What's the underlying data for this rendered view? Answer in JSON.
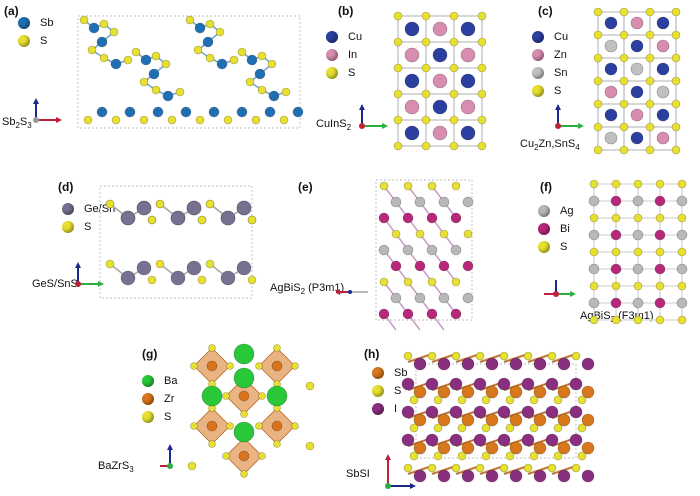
{
  "panels": [
    {
      "label": "(a)",
      "formula": "Sb2S3",
      "elements": [
        {
          "symbol": "Sb",
          "color": "#1f6fb5"
        },
        {
          "symbol": "S",
          "color": "#e8e030"
        }
      ]
    },
    {
      "label": "(b)",
      "formula": "CuInS2",
      "elements": [
        {
          "symbol": "Cu",
          "color": "#2a3fa0"
        },
        {
          "symbol": "In",
          "color": "#d88cb0"
        },
        {
          "symbol": "S",
          "color": "#e8e030"
        }
      ]
    },
    {
      "label": "(c)",
      "formula": "Cu2Zn,SnS4",
      "elements": [
        {
          "symbol": "Cu",
          "color": "#2a3fa0"
        },
        {
          "symbol": "Zn",
          "color": "#d88cb0"
        },
        {
          "symbol": "Sn",
          "color": "#c0c0c0"
        },
        {
          "symbol": "S",
          "color": "#e8e030"
        }
      ]
    },
    {
      "label": "(d)",
      "formula": "GeS/SnS",
      "elements": [
        {
          "symbol": "Ge/Sn",
          "color": "#777090"
        },
        {
          "symbol": "S",
          "color": "#e8e030"
        }
      ]
    },
    {
      "label": "(e)",
      "formula": "AgBiS2 (P3m1)",
      "elements": []
    },
    {
      "label": "(f)",
      "formula": "AgBiS2 (F3m1)",
      "elements": [
        {
          "symbol": "Ag",
          "color": "#b8b8b8"
        },
        {
          "symbol": "Bi",
          "color": "#b8287a"
        },
        {
          "symbol": "S",
          "color": "#e8e030"
        }
      ]
    },
    {
      "label": "(g)",
      "formula": "BaZrS3",
      "elements": [
        {
          "symbol": "Ba",
          "color": "#28c838"
        },
        {
          "symbol": "Zr",
          "color": "#d8741c"
        },
        {
          "symbol": "S",
          "color": "#e8e030"
        }
      ]
    },
    {
      "label": "(h)",
      "formula": "SbSI",
      "elements": [
        {
          "symbol": "Sb",
          "color": "#d8781c"
        },
        {
          "symbol": "S",
          "color": "#e8e030"
        },
        {
          "symbol": "I",
          "color": "#8a2e80"
        }
      ]
    }
  ]
}
